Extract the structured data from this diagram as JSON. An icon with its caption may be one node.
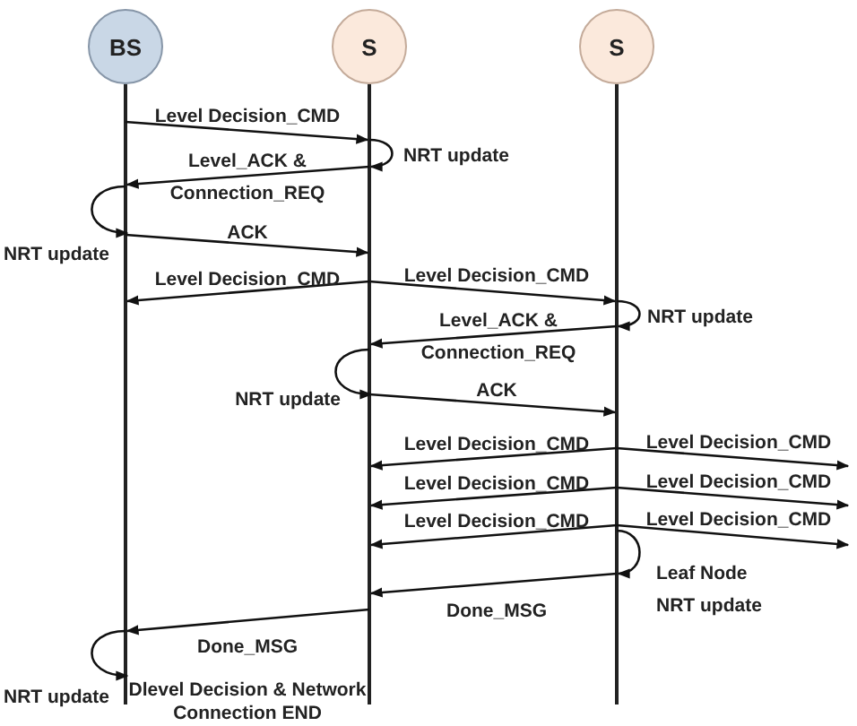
{
  "diagram": {
    "nodes": [
      {
        "text": [
          "BS"
        ]
      },
      {
        "text": [
          "S"
        ]
      },
      {
        "text": [
          "S"
        ]
      }
    ],
    "edges": [
      {
        "from": 0,
        "to": 1,
        "arrow": "to",
        "label": "Level Decision_CMD"
      },
      {
        "from": 1,
        "to": 1,
        "arrow": "to",
        "label": "NRT update"
      },
      {
        "from": 1,
        "to": 0,
        "arrow": "to",
        "label": "Level_ACK & Connection_REQ"
      },
      {
        "from": 0,
        "to": 0,
        "arrow": "to",
        "label": "NRT update"
      },
      {
        "from": 0,
        "to": 1,
        "arrow": "to",
        "label": "ACK"
      },
      {
        "from": 1,
        "to": 0,
        "arrow": "to",
        "label": "Level Decision_CMD"
      },
      {
        "from": 1,
        "to": 2,
        "arrow": "to",
        "label": "Level Decision_CMD"
      },
      {
        "from": 2,
        "to": 2,
        "arrow": "to",
        "label": "NRT update"
      },
      {
        "from": 2,
        "to": 1,
        "arrow": "to",
        "label": "Level_ACK & Connection_REQ"
      },
      {
        "from": 1,
        "to": 1,
        "arrow": "to",
        "label": "NRT update"
      },
      {
        "from": 1,
        "to": 2,
        "arrow": "to",
        "label": "ACK"
      },
      {
        "from": 2,
        "to": 1,
        "arrow": "to",
        "label": "Level Decision_CMD"
      },
      {
        "from": 2,
        "to": null,
        "arrow": "to",
        "label": "Level Decision_CMD"
      },
      {
        "from": 2,
        "to": 1,
        "arrow": "to",
        "label": "Level Decision_CMD"
      },
      {
        "from": 2,
        "to": null,
        "arrow": "to",
        "label": "Level Decision_CMD"
      },
      {
        "from": 2,
        "to": 1,
        "arrow": "to",
        "label": "Level Decision_CMD"
      },
      {
        "from": 2,
        "to": null,
        "arrow": "to",
        "label": "Level Decision_CMD"
      },
      {
        "from": 2,
        "to": 2,
        "arrow": "to",
        "label": "Leaf Node NRT update"
      },
      {
        "from": 2,
        "to": 1,
        "arrow": "to",
        "label": "Done_MSG"
      },
      {
        "from": 1,
        "to": 0,
        "arrow": "to",
        "label": "Done_MSG"
      },
      {
        "from": 0,
        "to": 0,
        "arrow": "to",
        "label": "NRT update"
      }
    ],
    "labels": [
      "Dlevel Decision & Network Connection END"
    ]
  }
}
